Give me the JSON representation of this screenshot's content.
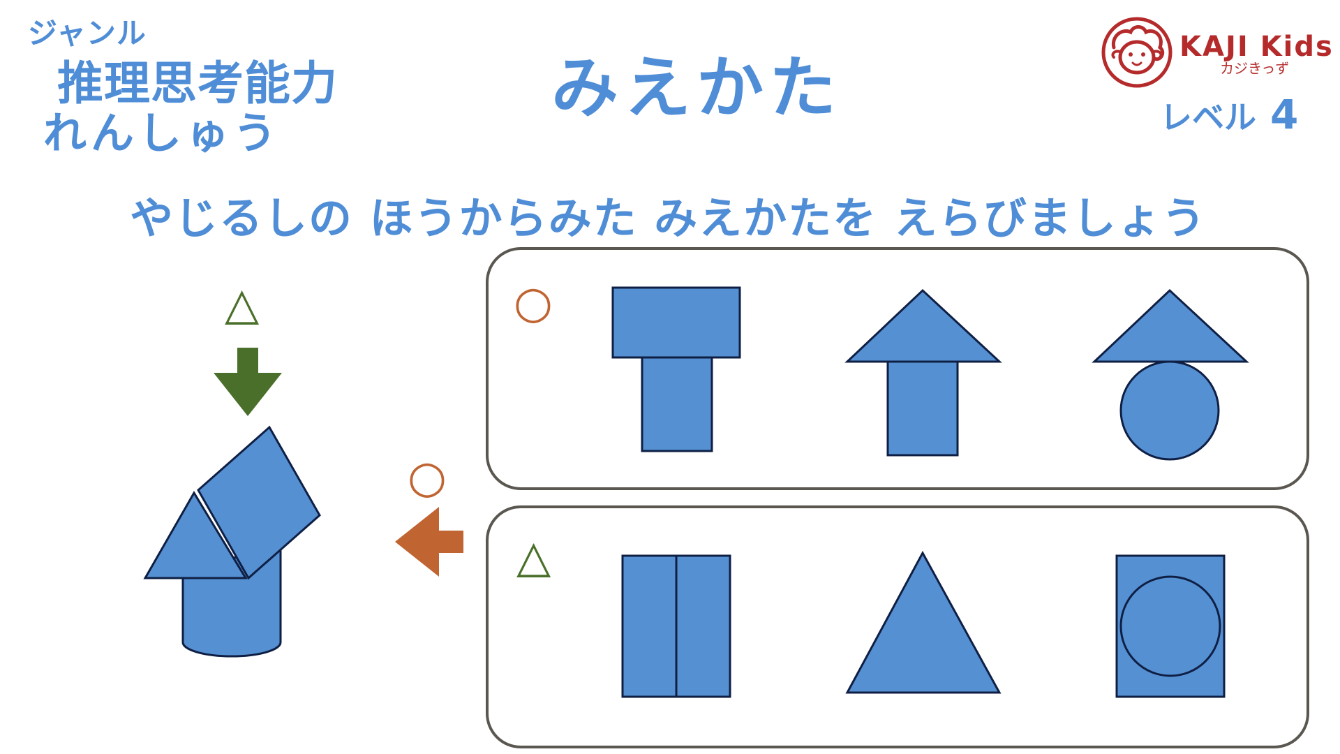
{
  "header": {
    "genre_label": "ジャンル",
    "genre_name": "推理思考能力",
    "practice": "れんしゅう",
    "title": "みえかた",
    "level_label": "レベル",
    "level_value": "4"
  },
  "brand": {
    "name": "KAJI Kids",
    "sub": "カジきっず",
    "color": "#b52b2b"
  },
  "instruction": "やじるしの ほうからみた みえかたを えらびましょう",
  "marks": {
    "top_view": "△",
    "side_view": "○",
    "answer_row_1": "○",
    "answer_row_2": "△"
  },
  "colors": {
    "text_blue": "#4f8dd6",
    "shape_fill": "#5590d2",
    "shape_stroke": "#0f1f44",
    "arrow_green": "#4a6f2a",
    "arrow_orange": "#c06432",
    "panel_border": "#5a5650"
  },
  "icons": {
    "top_arrow": "arrow-down-icon",
    "side_arrow": "arrow-left-icon",
    "logo": "sheep-face-logo"
  }
}
